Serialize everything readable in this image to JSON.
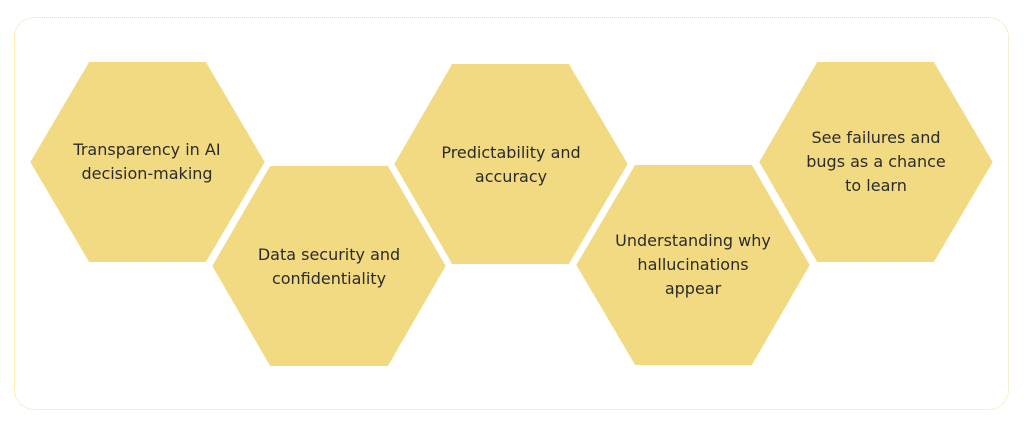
{
  "colors": {
    "hex_fill": "#f2da82",
    "frame_border": "#f3dd95",
    "text": "#2b2b2b"
  },
  "hexagons": [
    {
      "label": "Transparency in AI decision-making"
    },
    {
      "label": "Data security and confidentiality"
    },
    {
      "label": "Predictability and accuracy"
    },
    {
      "label": "Understanding why hallucinations appear"
    },
    {
      "label": "See failures and bugs as a chance to learn"
    }
  ]
}
